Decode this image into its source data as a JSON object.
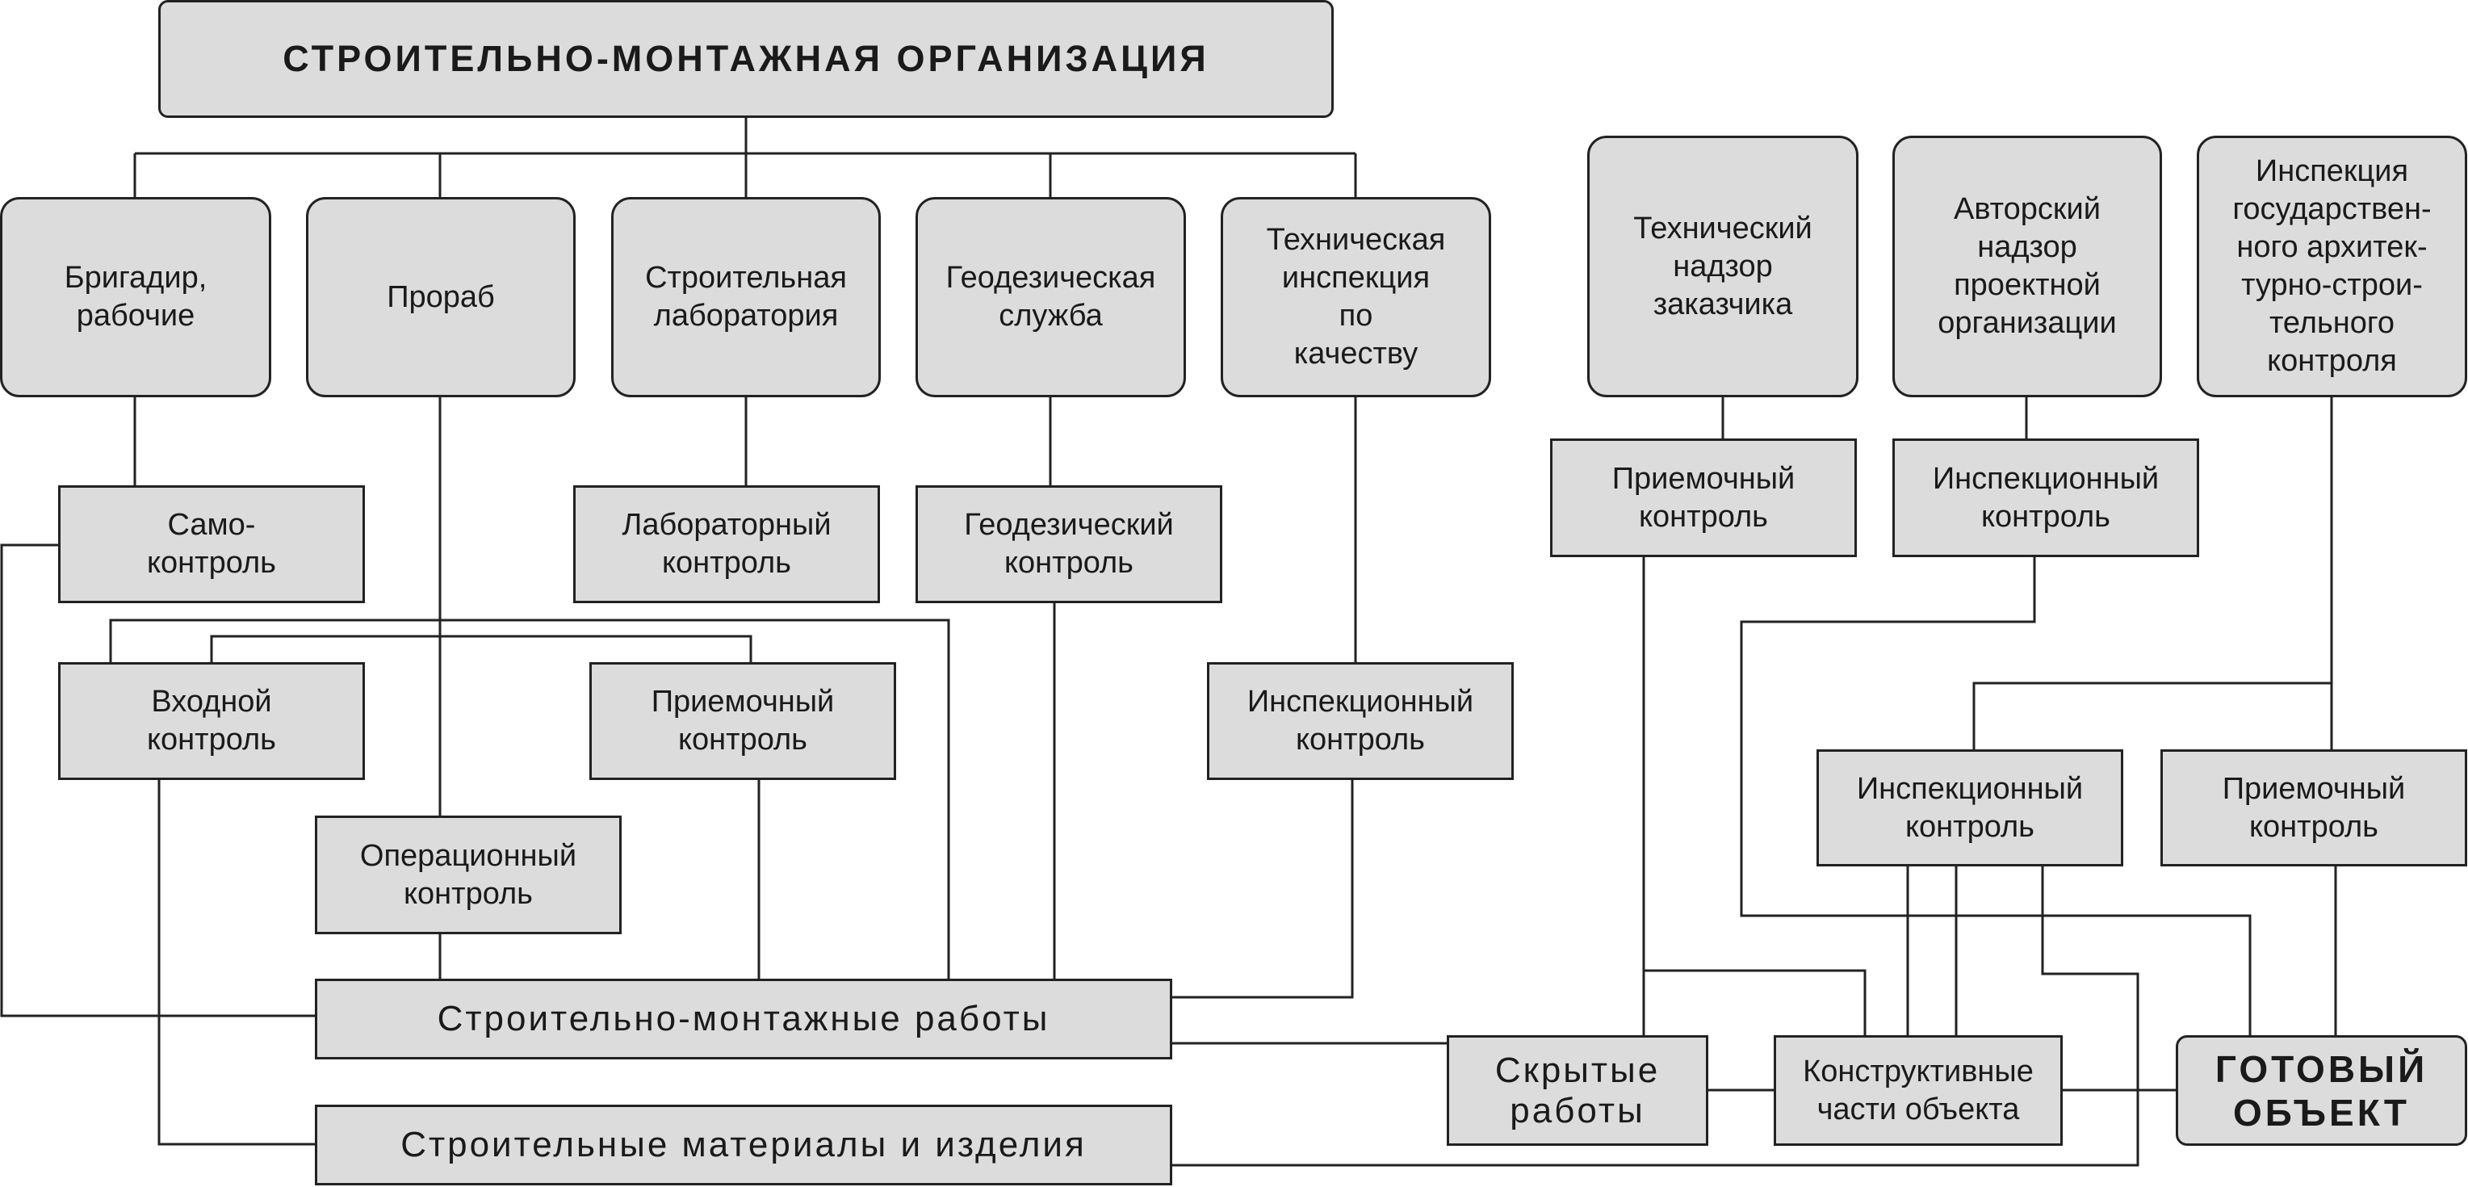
{
  "diagram": {
    "title": "СТРОИТЕЛЬНО-МОНТАЖНАЯ  ОРГАНИЗАЦИЯ",
    "organization_units": {
      "brigadir": "Бригадир,\nрабочие",
      "prorab": "Прораб",
      "lab": "Строительная\nлаборатория",
      "geo": "Геодезическая\nслужба",
      "tech_inspection": "Техническая\nинспекция\nпо\nкачеству"
    },
    "external_bodies": {
      "customer_supervision": "Технический\nнадзор\nзаказчика",
      "author_supervision": "Авторский\nнадзор\nпроектной\nорганизации",
      "state_inspection": "Инспекция\nгосударствен-\nного архитек-\nтурно-строи-\nтельного\nконтроля"
    },
    "controls": {
      "self_control": "Само-\nконтроль",
      "lab_control": "Лабораторный\nконтроль",
      "geo_control": "Геодезический\nконтроль",
      "input_control": "Входной\nконтроль",
      "acceptance_control_internal": "Приемочный\nконтроль",
      "operational_control": "Операционный\nконтроль",
      "inspection_control_internal": "Инспекционный\nконтроль",
      "acceptance_control_customer": "Приемочный\nконтроль",
      "inspection_control_author": "Инспекционный\nконтроль",
      "inspection_control_state": "Инспекционный\nконтроль",
      "acceptance_control_state": "Приемочный\nконтроль"
    },
    "objects": {
      "works": "Строительно-монтажные работы",
      "materials": "Строительные материалы и изделия",
      "hidden_works": "Скрытые\nработы",
      "structural_parts": "Конструктивные\nчасти   объекта",
      "finished_object": "ГОТОВЫЙ\nОБЪЕКТ"
    }
  }
}
